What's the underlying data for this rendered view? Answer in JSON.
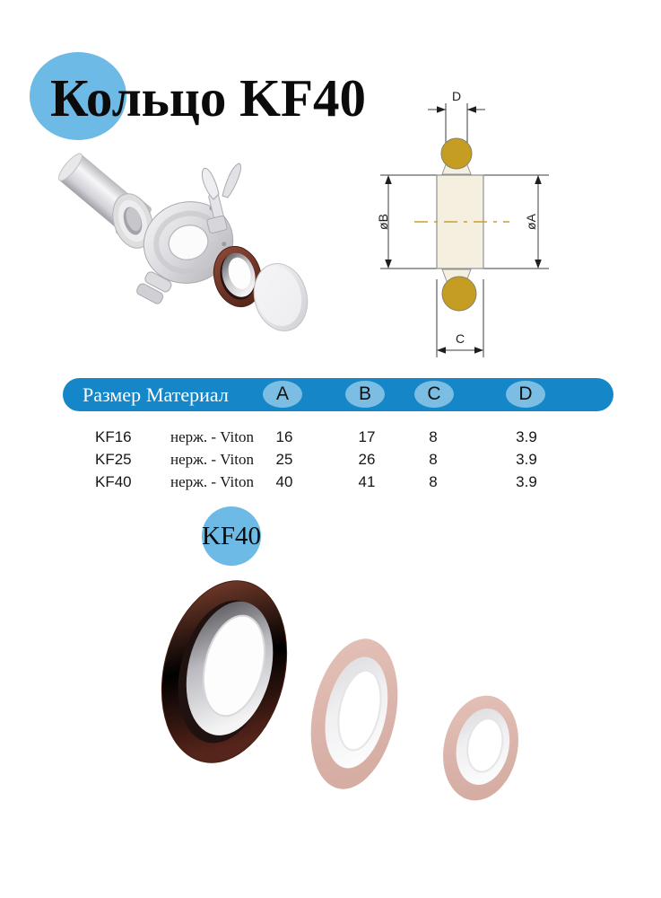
{
  "title": {
    "text": "Кольцо KF40"
  },
  "badge": {
    "text": "KF40"
  },
  "colors": {
    "accent_light_blue": "#6CBAE5",
    "header_bar_blue": "#1587C8",
    "dim_circle_blue": "#7CBEE3",
    "oring_gold": "#C59D22",
    "ring_body_cream": "#F4EFDF",
    "viton_maroon": "#7B3A2A",
    "faded_ring_pink": "#DCB3A9"
  },
  "diagram": {
    "labels": {
      "top": "D",
      "left": "øB",
      "right": "øA",
      "bottom": "C"
    }
  },
  "table": {
    "headers": {
      "size": "Размер",
      "material": "Материал",
      "dims": [
        "A",
        "B",
        "C",
        "D"
      ]
    },
    "rows": [
      {
        "size": "KF16",
        "material": "нерж. - Viton",
        "a": "16",
        "b": "17",
        "c": "8",
        "d": "3.9"
      },
      {
        "size": "KF25",
        "material": "нерж. - Viton",
        "a": "25",
        "b": "26",
        "c": "8",
        "d": "3.9"
      },
      {
        "size": "KF40",
        "material": "нерж. - Viton",
        "a": "40",
        "b": "41",
        "c": "8",
        "d": "3.9"
      }
    ]
  }
}
